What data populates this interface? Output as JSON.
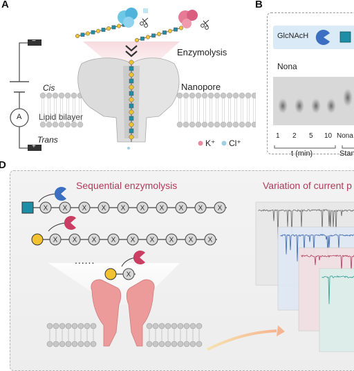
{
  "panelA": {
    "letter": "A",
    "enzymolysis": "Enzymolysis",
    "nanopore": "Nanopore",
    "cis": "Cis",
    "lipid_bilayer": "Lipid bilayer",
    "trans": "Trans",
    "ammeter": "A",
    "k_ion": "K⁺",
    "cl_ion": "Cl⁺",
    "minus": "−",
    "plus": "+"
  },
  "panelB": {
    "letter": "B",
    "enzyme_label": "GlcNAcH",
    "nona": "Nona",
    "lanes": [
      "1",
      "2",
      "5",
      "10",
      "Nona"
    ],
    "xlabel_time": "t (min)",
    "xlabel_standard": "Stand"
  },
  "panelD": {
    "letter": "D",
    "sequential": "Sequential enzymolysis",
    "variation": "Variation of current p",
    "chain_unit": "X",
    "ellipsis": "......"
  }
}
